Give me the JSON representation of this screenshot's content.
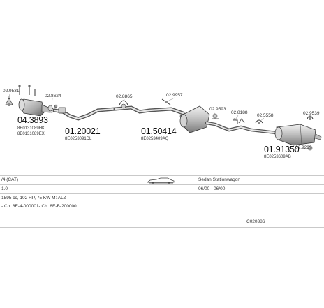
{
  "parts": [
    {
      "id": "p1",
      "code": "04.3893",
      "oem": [
        "8E0131089HK",
        "8E0131089EX"
      ]
    },
    {
      "id": "p2",
      "code": "01.20021",
      "oem": [
        "8E0253091DL"
      ]
    },
    {
      "id": "p3",
      "code": "01.50414",
      "oem": [
        "8E0253409AQ"
      ]
    },
    {
      "id": "p4",
      "code": "01.91350",
      "oem": [
        "8E0253609AB"
      ]
    }
  ],
  "fittings": {
    "f1": "02.9531",
    "f2": "02.8624",
    "f3": "02.8865",
    "f4": "02.9957",
    "f5": "02.9593",
    "f6": "02.8188",
    "f7": "02.5558",
    "f8": "02.9539",
    "f9": "02.9209"
  },
  "table": {
    "row1": {
      "engine": "/4 (CAT)",
      "body": "Sedan Stationwagon"
    },
    "row2": {
      "displacement": "1.0",
      "years": "06/00 - 06/00"
    },
    "row3": {
      "spec": "1595 cc, 102 HP, 75 KW M: ALZ -"
    },
    "row4": {
      "chassis": "- Ch. 8E-4-000001- Ch. 8E-B-200000"
    },
    "row5": {
      "set_code": "C020386"
    }
  }
}
